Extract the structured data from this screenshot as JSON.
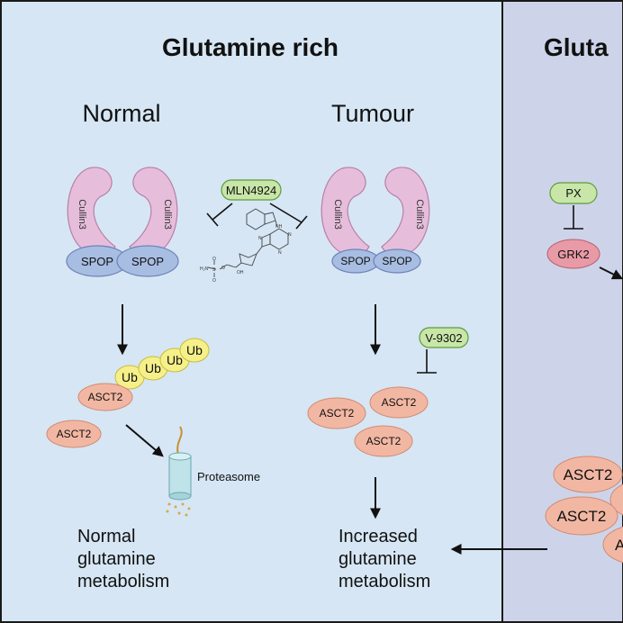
{
  "panels": {
    "left": {
      "title": "Glutamine rich",
      "background": "#d6e6f4"
    },
    "right": {
      "title": "Gluta",
      "background": "#cdd4ea"
    }
  },
  "columns": {
    "normal": "Normal",
    "tumour": "Tumour"
  },
  "proteins": {
    "cullin": "Cullin3",
    "spop": "SPOP",
    "asct2": "ASCT2",
    "ub": "Ub",
    "grk2": "GRK2"
  },
  "inhibitors": {
    "mln4924": "MLN4924",
    "v9302": "V-9302",
    "px": "PX"
  },
  "proteasome": "Proteasome",
  "outcomes": {
    "normal": [
      "Normal",
      "glutamine",
      "metabolism"
    ],
    "increased": [
      "Increased",
      "glutamine",
      "metabolism"
    ]
  },
  "partial_text": {
    "right_bottom_asct2": "A"
  },
  "colors": {
    "cullin_fill": "#e6bedb",
    "spop_fill": "#a8bde2",
    "asct2_fill": "#f2b7a3",
    "ub_fill": "#f6f08a",
    "inhibitor_fill": "#c8e6a8",
    "grk2_fill": "#e89aa6",
    "proteasome_fill": "#bfe3e8"
  }
}
